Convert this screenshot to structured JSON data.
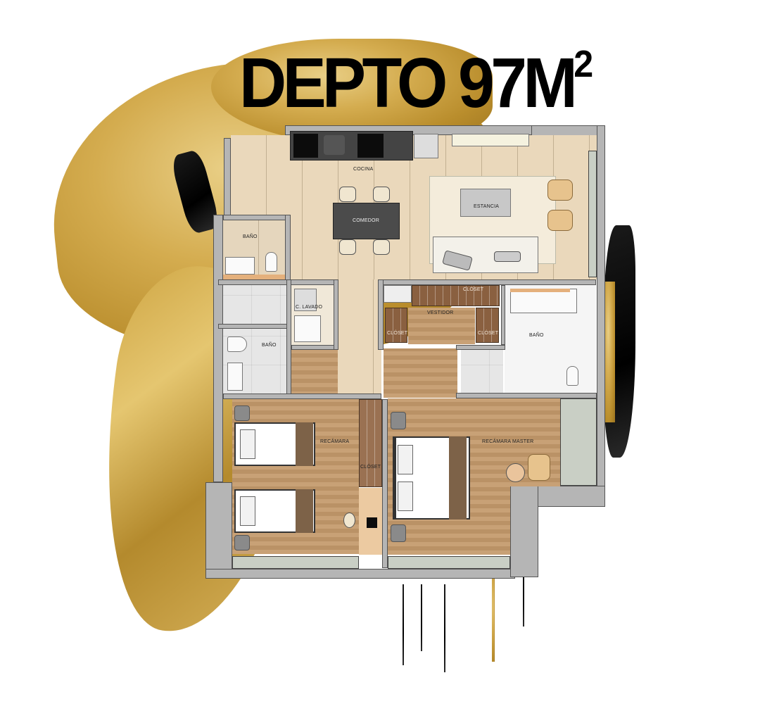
{
  "title": {
    "main": "DEPTO 97M",
    "superscript": "2"
  },
  "colors": {
    "gold": "#c9a13f",
    "ink": "#000000",
    "wall": "#b5b5b5",
    "tile_floor": "#ead8bb",
    "wood_floor": "#c49a6c"
  },
  "rooms": {
    "cocina": "COCINA",
    "comedor": "COMEDOR",
    "estancia": "ESTANCIA",
    "bano_visitas": "BAÑO",
    "c_lavado": "C. LAVADO",
    "bano_2": "BAÑO",
    "closet_top": "CLÓSET",
    "vestidor": "VESTIDOR",
    "closet_left": "CLÓSET",
    "closet_right": "CLÓSET",
    "bano_master": "BAÑO",
    "recamara": "RECÁMARA",
    "closet_recamara": "CLÓSET",
    "recamara_master": "RECÁMARA MASTER"
  }
}
